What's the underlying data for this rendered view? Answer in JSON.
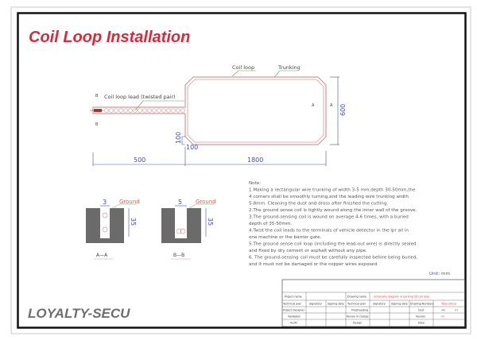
{
  "title": "Coil Loop Installation",
  "brand": "LOYALTY-SECU",
  "colors": {
    "title": "#d9293a",
    "dimension": "#3a4fb0",
    "leader": "#4caf50",
    "loop": "#d49a9a",
    "ground": "#6b6b6b"
  },
  "plan": {
    "coil_loop_label": "Coil loop",
    "trunking_label": "Trunking",
    "lead_label": "Coil loop lead (twisted pair)",
    "section_b": "B",
    "section_a": "A",
    "dim_width": "600",
    "dim_corner_v": "100",
    "dim_corner_h": "100",
    "dim_lead": "500",
    "dim_loop": "1800"
  },
  "sections": [
    {
      "label": "A—A",
      "width": "3",
      "depth": "35",
      "ground": "Ground"
    },
    {
      "label": "B—B",
      "width": "5",
      "depth": "35",
      "ground": "Ground"
    }
  ],
  "notes": {
    "heading": "Note:",
    "lines": [
      "1.Making a rectangular wire trunking of width 3-5 mm,depth 30-50mm,the",
      "4 corners shall be smoothly turning,and the leading wire trunking width",
      "5-8mm. Cleaning the dust and dross after finished the cutting.",
      "2.The ground sense coil is tightly wound along the inner wall of the groove.",
      "3.The ground-sensing coil is wound on average 4-6 times, with a buried",
      "depth of 35-50mm.",
      "4.Twist the coil leads to the terminals of vehicle detector in the lpr all in",
      "one machine or the barrier gate.",
      "5.The ground sense coil loop (including the lead-out wire) is directly sealed",
      "and fixed by dry cement or asphalt without any pipe.",
      "6. The ground-sensing coil must be carefully inspected before being buried,",
      "and it must not be damaged or the copper wires exposed."
    ],
    "unit": "Unit: mm"
  },
  "title_block": {
    "project_name": "Project name",
    "drawing_name": "Drawing name",
    "drawing_name_value": "Schematic diagram of parking lot coil loop",
    "row2": [
      "Technical plan",
      "Signatory",
      "Signing date",
      "Technical plan",
      "Signatory",
      "Signing date",
      "Drawing Numbers",
      "Total article"
    ],
    "row3": [
      "Project Designer",
      "Proofreading",
      "Cost",
      "/40",
      "07"
    ],
    "row4": [
      "Validation",
      "Person in charge",
      "Version",
      "V1"
    ],
    "row5": [
      "Audit",
      "Design",
      "Date"
    ]
  }
}
